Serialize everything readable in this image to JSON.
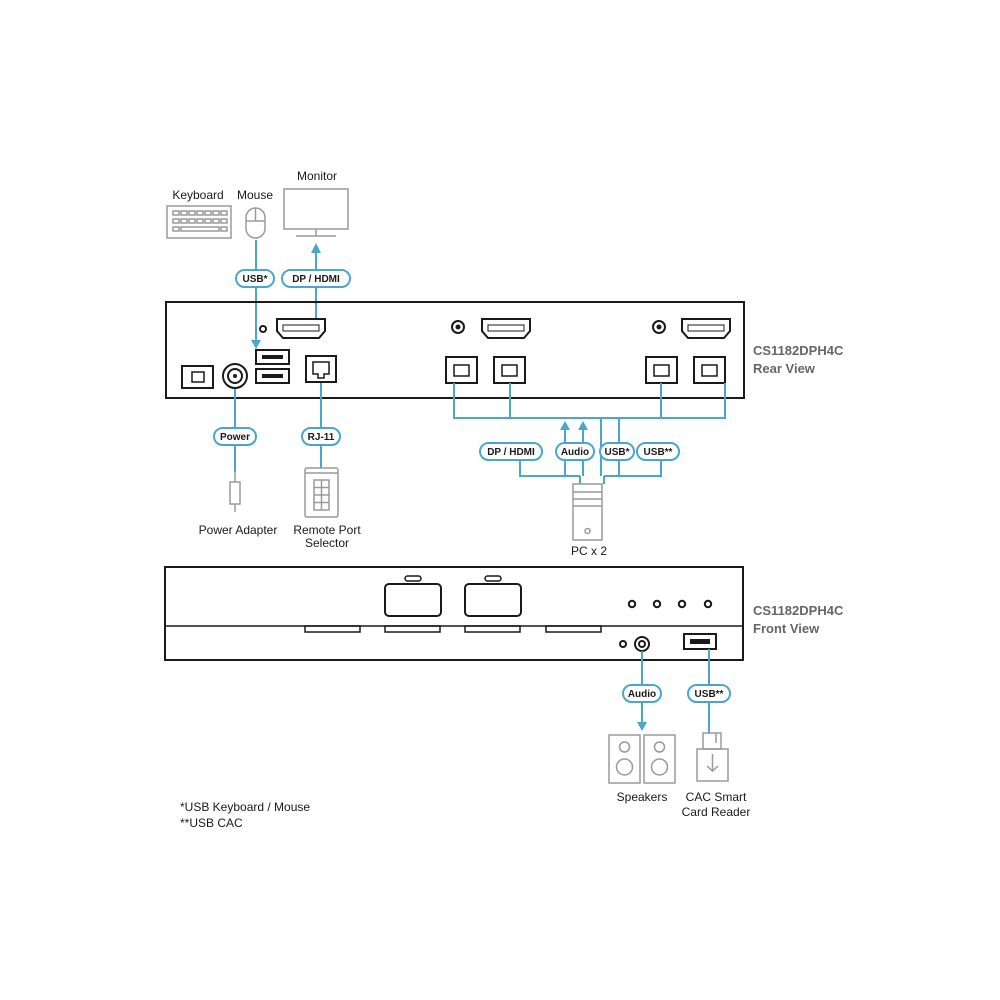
{
  "devices": {
    "keyboard": "Keyboard",
    "mouse": "Mouse",
    "monitor": "Monitor",
    "power_adapter": "Power Adapter",
    "remote_port_selector_line1": "Remote Port",
    "remote_port_selector_line2": "Selector",
    "pc": "PC x 2",
    "speakers": "Speakers",
    "cac_reader_line1": "CAC Smart",
    "cac_reader_line2": "Card Reader"
  },
  "cables": {
    "usb_km": "USB*",
    "dp_hdmi_monitor": "DP / HDMI",
    "power": "Power",
    "rj11": "RJ-11",
    "pc_dp_hdmi": "DP / HDMI",
    "pc_audio": "Audio",
    "pc_usb": "USB*",
    "pc_usb_cac": "USB**",
    "front_audio": "Audio",
    "front_usb_cac": "USB**"
  },
  "views": {
    "rear_model": "CS1182DPH4C",
    "rear_label": "Rear View",
    "front_model": "CS1182DPH4C",
    "front_label": "Front View"
  },
  "notes": {
    "line1": "*USB Keyboard / Mouse",
    "line2": "**USB CAC"
  },
  "colors": {
    "cable": "#4aa6cc",
    "device_outline": "#9a9a9a",
    "unit_outline": "#1a1a1a",
    "view_title": "#666666"
  }
}
